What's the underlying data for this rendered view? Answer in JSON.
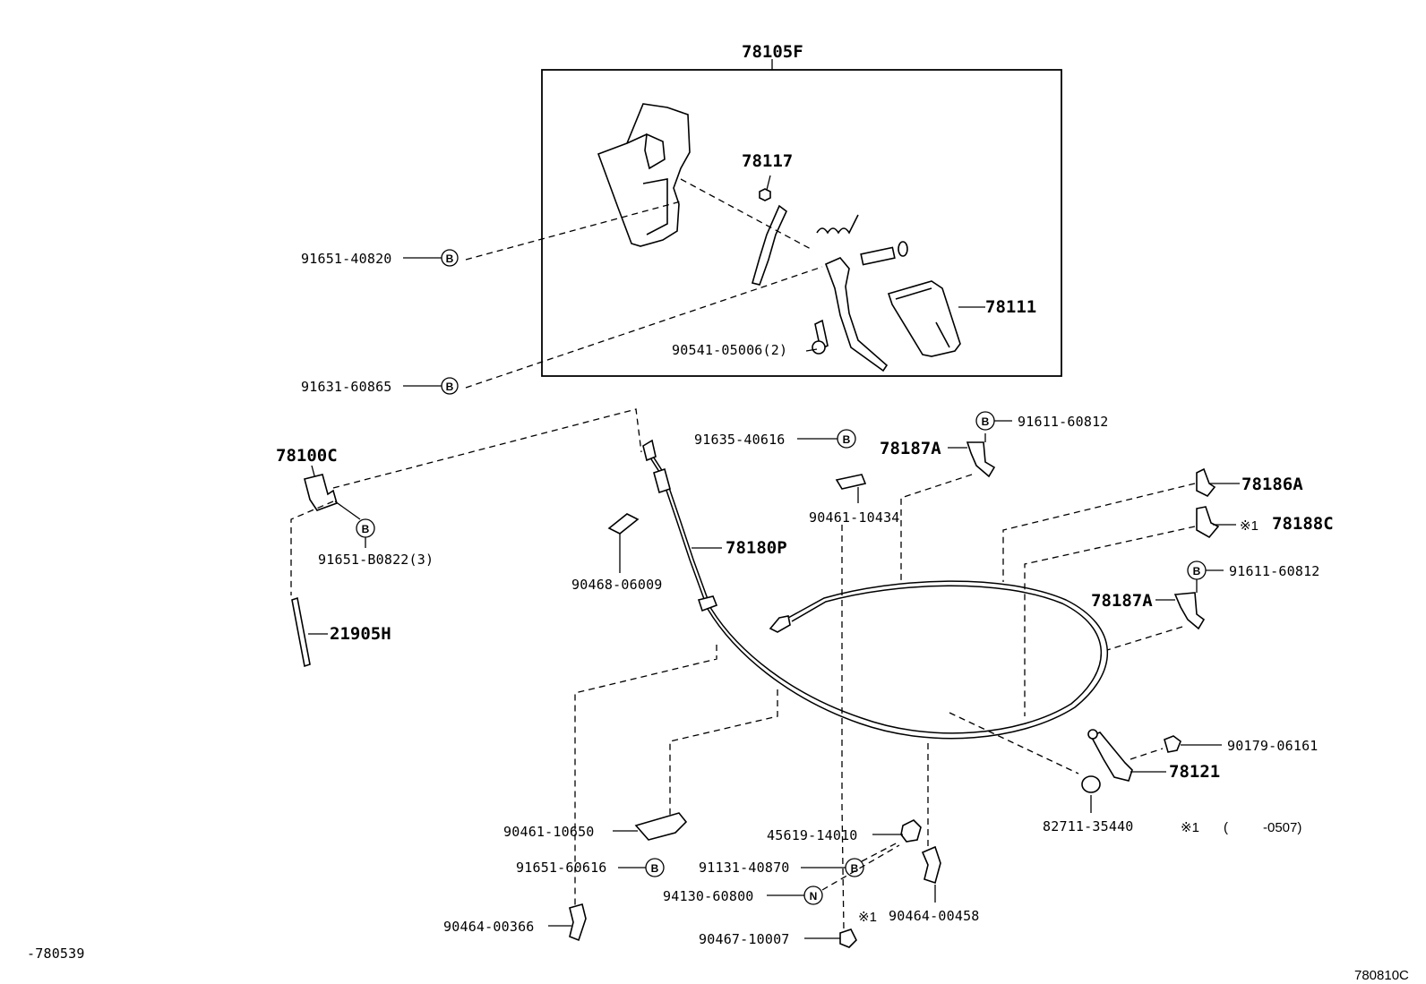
{
  "assembly": {
    "label": "78105F"
  },
  "parts": {
    "p78117": "78117",
    "p78111": "78111",
    "p90541": "90541-05006(2)",
    "p91651_40820": "91651-40820",
    "p91631_60865": "91631-60865",
    "p78100C": "78100C",
    "p91651_B0822": "91651-B0822(3)",
    "p21905H": "21905H",
    "p91635_40616": "91635-40616",
    "p90461_10434": "90461-10434",
    "p78187A_top": "78187A",
    "p91611_60812_top": "91611-60812",
    "p78186A": "78186A",
    "p78188C": "78188C",
    "p78188C_mark": "※1",
    "p91611_60812_mid": "91611-60812",
    "p78187A_mid": "78187A",
    "p78180P": "78180P",
    "p90468_06009": "90468-06009",
    "p90179_06161": "90179-06161",
    "p78121": "78121",
    "p82711_35440": "82711-35440",
    "p90461_10650": "90461-10650",
    "p91651_60616": "91651-60616",
    "p90464_00366": "90464-00366",
    "p45619_14010": "45619-14010",
    "p91131_40870": "91131-40870",
    "p94130_60800": "94130-60800",
    "p90464_00458": "90464-00458",
    "p90464_00458_mark": "※1",
    "p90467_10007": "90467-10007"
  },
  "badges": {
    "B": "B",
    "N": "N"
  },
  "footnote": {
    "mark": "※1",
    "open": "(",
    "range": "-0507)"
  },
  "footer": {
    "left": "-780539",
    "right": "780810C"
  }
}
